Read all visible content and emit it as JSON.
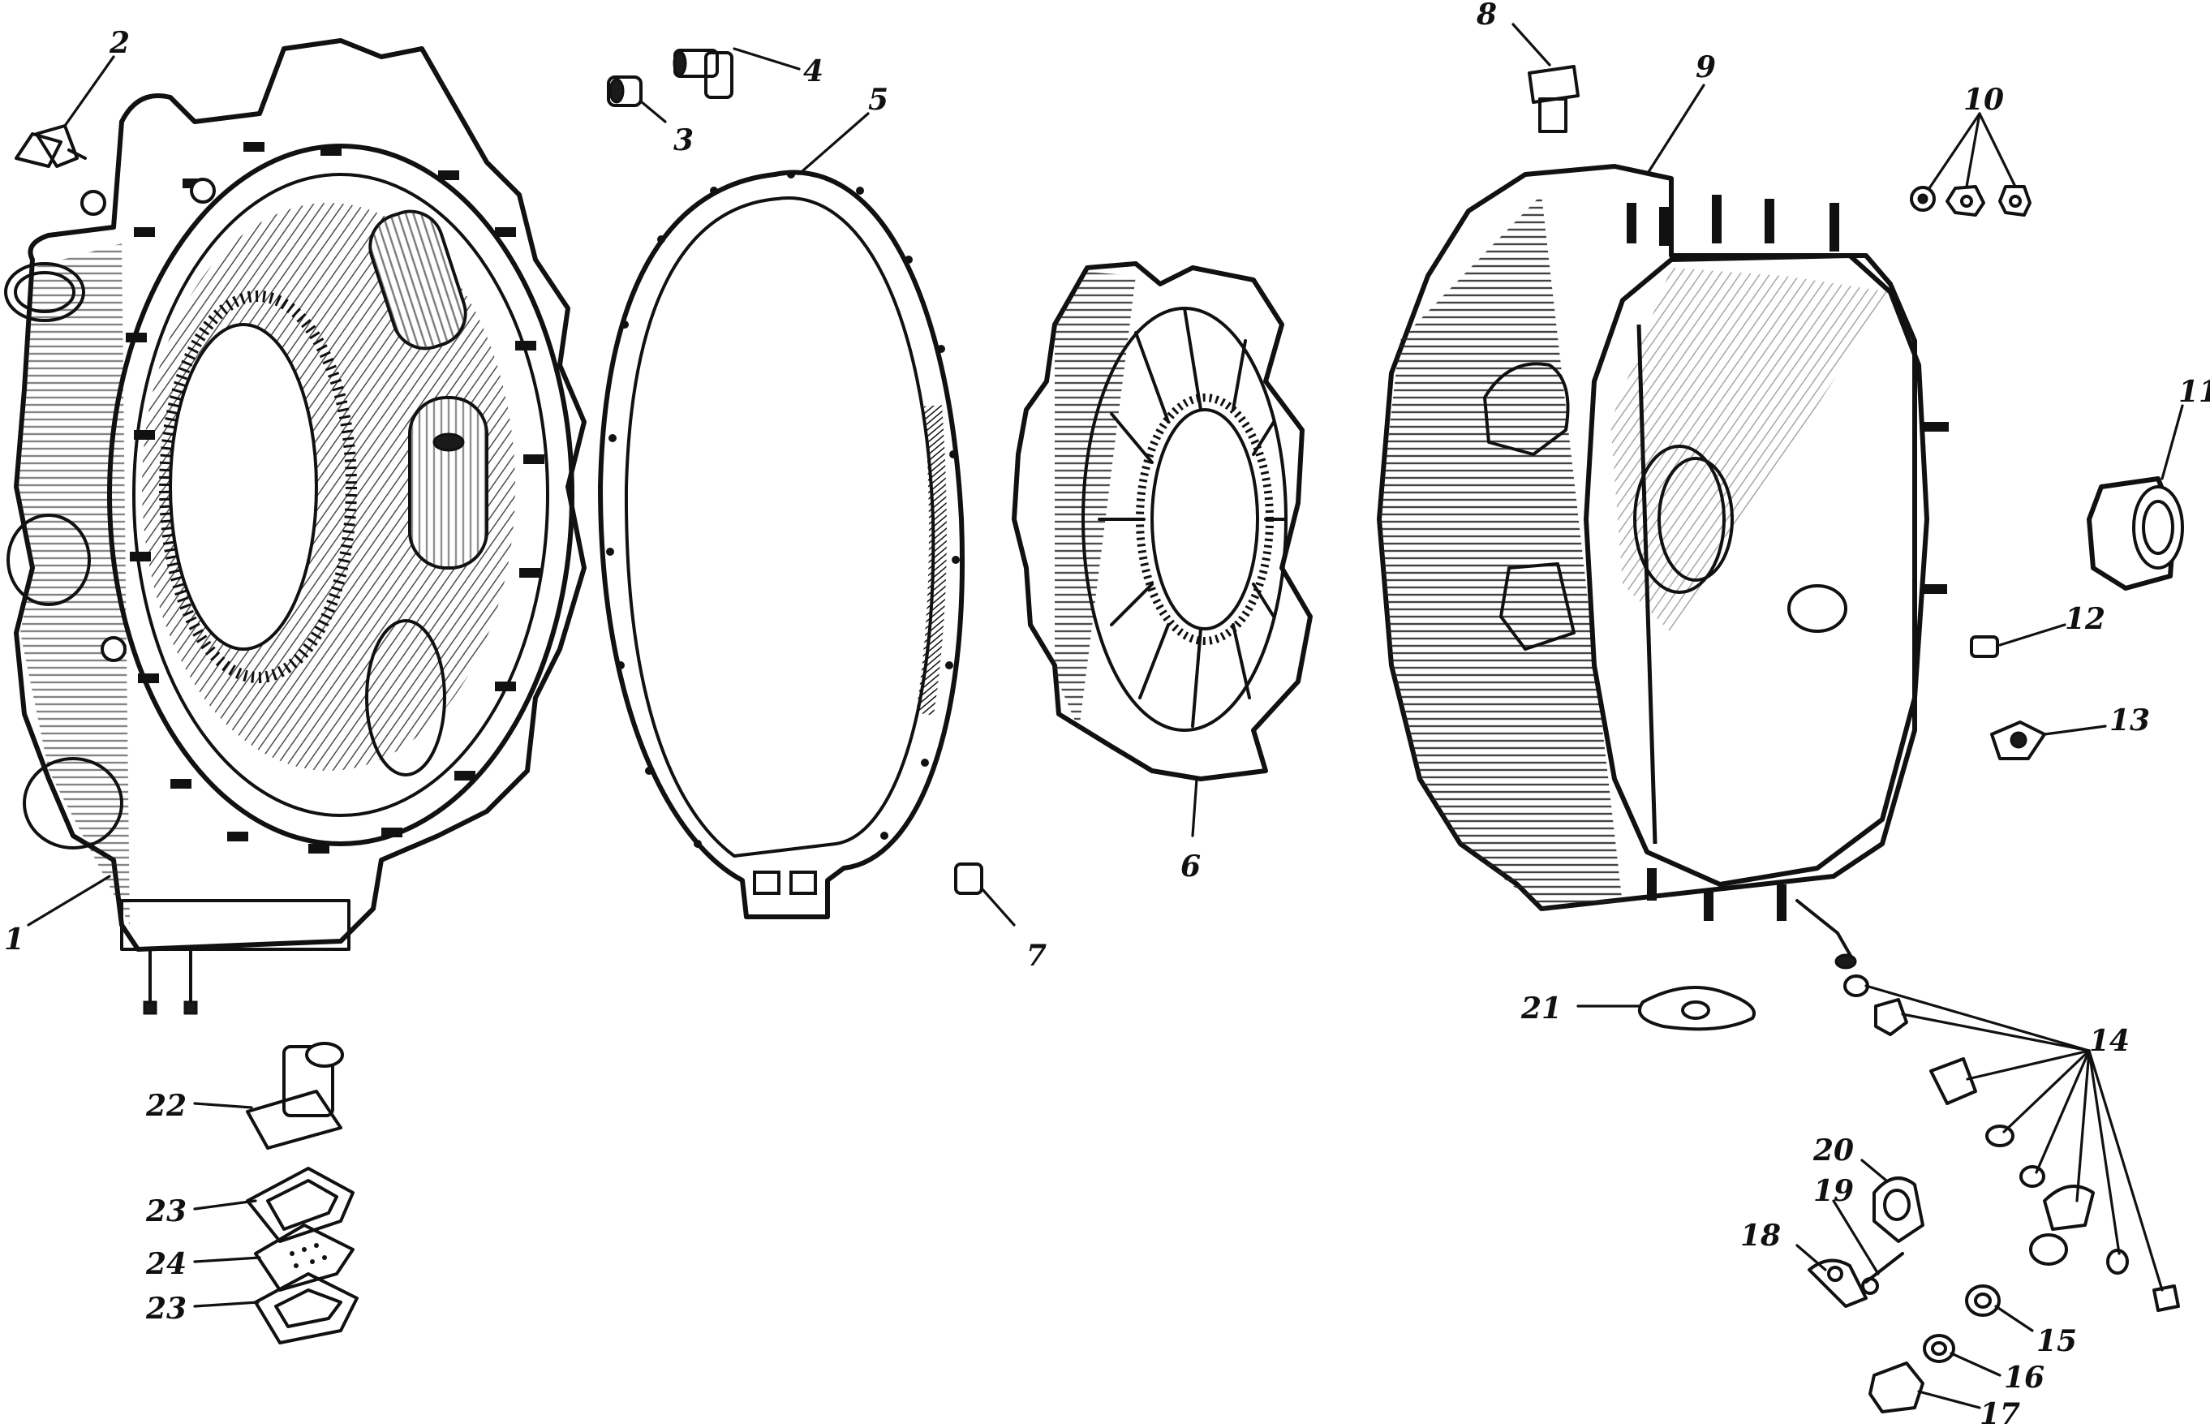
{
  "callouts": [
    {
      "id": "1",
      "text": "1"
    },
    {
      "id": "2",
      "text": "2"
    },
    {
      "id": "3",
      "text": "3"
    },
    {
      "id": "4",
      "text": "4"
    },
    {
      "id": "5",
      "text": "5"
    },
    {
      "id": "6",
      "text": "6"
    },
    {
      "id": "7",
      "text": "7"
    },
    {
      "id": "8",
      "text": "8"
    },
    {
      "id": "9",
      "text": "9"
    },
    {
      "id": "10",
      "text": "10"
    },
    {
      "id": "11",
      "text": "11"
    },
    {
      "id": "12",
      "text": "12"
    },
    {
      "id": "13",
      "text": "13"
    },
    {
      "id": "14",
      "text": "14"
    },
    {
      "id": "15",
      "text": "15"
    },
    {
      "id": "16",
      "text": "16"
    },
    {
      "id": "17",
      "text": "17"
    },
    {
      "id": "18",
      "text": "18"
    },
    {
      "id": "19",
      "text": "19"
    },
    {
      "id": "20",
      "text": "20"
    },
    {
      "id": "21",
      "text": "21"
    },
    {
      "id": "22",
      "text": "22"
    },
    {
      "id": "23a",
      "text": "23"
    },
    {
      "id": "24",
      "text": "24"
    },
    {
      "id": "23b",
      "text": "23"
    }
  ]
}
